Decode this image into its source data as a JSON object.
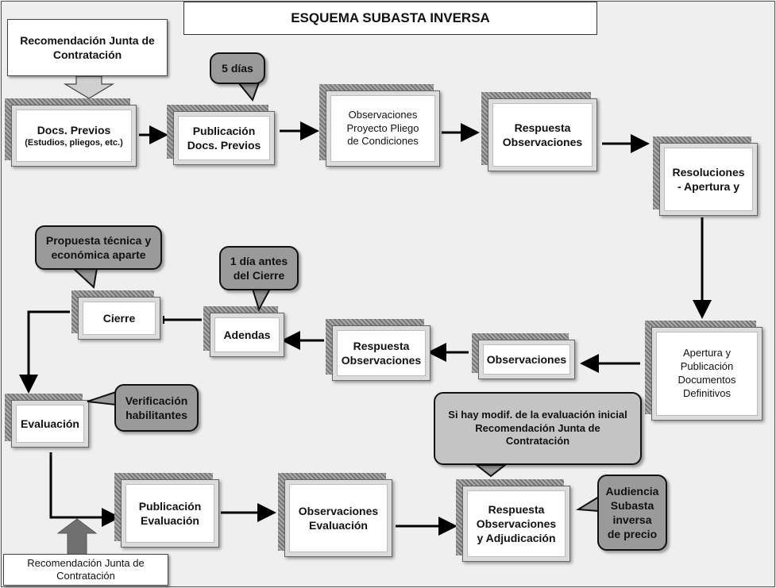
{
  "title": "ESQUEMA SUBASTA INVERSA",
  "boxes": {
    "recomendacion_top": [
      "Recomendación Junta de",
      "Contratación"
    ],
    "docs_previos": [
      "Docs. Previos",
      "(Estudios, pliegos, etc.)"
    ],
    "publicacion_docs": [
      "Publicación",
      "Docs. Previos"
    ],
    "observaciones_proyecto": [
      "Observaciones",
      "Proyecto Pliego",
      "de Condiciones"
    ],
    "respuesta_obs_1": [
      "Respuesta",
      "Observaciones"
    ],
    "resoluciones": [
      "Resoluciones",
      "- Apertura y"
    ],
    "apertura_publicacion": [
      "Apertura y",
      "Publicación",
      "Documentos",
      "Definitivos"
    ],
    "observaciones_2": [
      "Observaciones"
    ],
    "respuesta_obs_2": [
      "Respuesta",
      "Observaciones"
    ],
    "adendas": [
      "Adendas"
    ],
    "cierre": [
      "Cierre"
    ],
    "evaluacion": [
      "Evaluación"
    ],
    "publicacion_eval": [
      "Publicación",
      "Evaluación"
    ],
    "observaciones_eval": [
      "Observaciones",
      "Evaluación"
    ],
    "respuesta_adjudicacion": [
      "Respuesta",
      "Observaciones",
      "y Adjudicación"
    ],
    "recomendacion_bottom": [
      "Recomendación Junta de",
      "Contratación"
    ]
  },
  "bubbles": {
    "cinco_dias": [
      "5 días"
    ],
    "propuesta": [
      "Propuesta técnica y",
      "económica aparte"
    ],
    "un_dia": [
      "1 día antes",
      "del Cierre"
    ],
    "verificacion": [
      "Verificación",
      "habilitantes"
    ],
    "si_hay": [
      "Si hay modif. de  la evaluación inicial",
      "Recomendación Junta de",
      "Contratación"
    ],
    "audiencia": [
      "Audiencia",
      "Subasta",
      "inversa",
      "de precio"
    ]
  }
}
